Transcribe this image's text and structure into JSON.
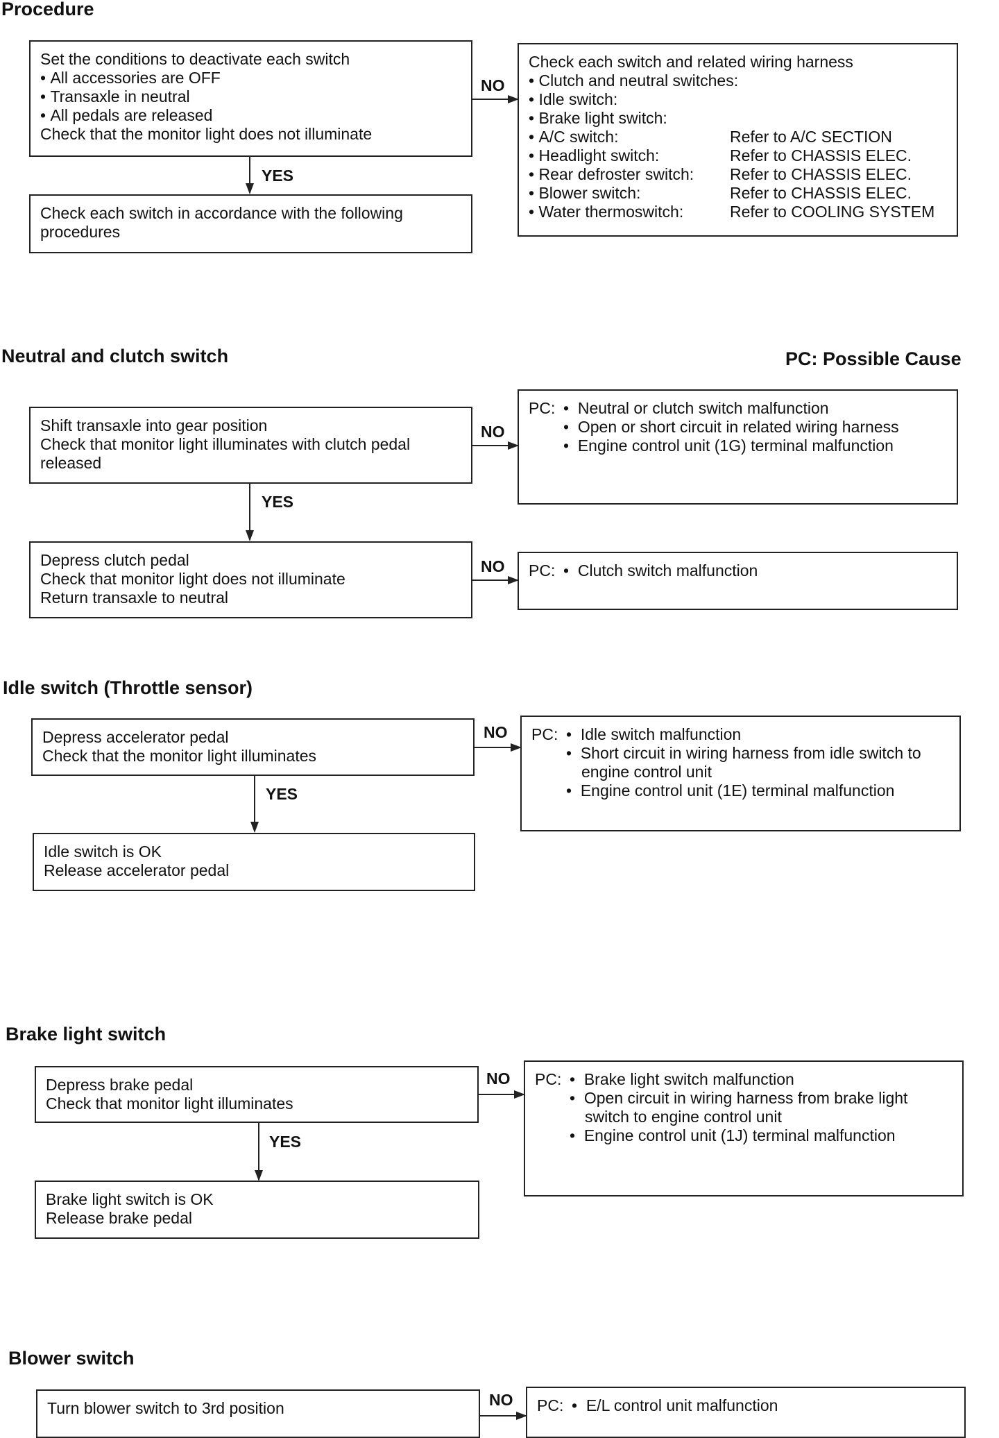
{
  "procedure": {
    "title": "Procedure",
    "start": {
      "line1": "Set the conditions to deactivate each switch",
      "bullets": [
        "All accessories are OFF",
        "Transaxle in neutral",
        "All pedals are released"
      ],
      "line_last": "Check that the monitor light does not illuminate"
    },
    "check": {
      "lines": [
        "Check each switch in accordance with the following",
        "procedures"
      ]
    },
    "no_box": {
      "title": "Check each switch and related wiring harness",
      "switches": [
        {
          "name": "Clutch and neutral switches:",
          "ref": ""
        },
        {
          "name": "Idle switch:",
          "ref": ""
        },
        {
          "name": "Brake light switch:",
          "ref": ""
        },
        {
          "name": "A/C switch:",
          "ref": "Refer to A/C SECTION"
        },
        {
          "name": "Headlight switch:",
          "ref": "Refer to CHASSIS ELEC."
        },
        {
          "name": "Rear defroster switch:",
          "ref": "Refer to CHASSIS ELEC."
        },
        {
          "name": "Blower switch:",
          "ref": "Refer to CHASSIS ELEC."
        },
        {
          "name": "Water thermoswitch:",
          "ref": "Refer to COOLING SYSTEM"
        }
      ]
    }
  },
  "labels": {
    "no": "NO",
    "yes": "YES",
    "pc_prefix": "PC:"
  },
  "pc_legend": "PC: Possible Cause",
  "neutral": {
    "title": "Neutral and clutch switch",
    "step1": [
      "Shift transaxle into gear position",
      "Check that monitor light illuminates with clutch pedal",
      "released"
    ],
    "pc1": [
      "Neutral or clutch switch malfunction",
      "Open or short circuit in related wiring harness",
      "Engine control unit (1G) terminal malfunction"
    ],
    "step2": [
      "Depress clutch pedal",
      "Check that monitor light does not illuminate",
      "Return transaxle to neutral"
    ],
    "pc2": [
      "Clutch switch malfunction"
    ]
  },
  "idle": {
    "title": "Idle switch (Throttle sensor)",
    "step1": [
      "Depress accelerator pedal",
      "Check that the monitor light illuminates"
    ],
    "pc": [
      "Idle switch malfunction",
      "Short circuit in wiring harness from idle switch to engine control unit",
      "Engine control unit (1E) terminal malfunction"
    ],
    "ok": [
      "Idle switch is OK",
      "Release accelerator pedal"
    ]
  },
  "brake": {
    "title": "Brake light switch",
    "step1": [
      "Depress brake pedal",
      "Check that monitor light illuminates"
    ],
    "pc": [
      "Brake light switch malfunction",
      "Open circuit in wiring harness from brake light switch to engine control unit",
      "Engine control unit (1J) terminal malfunction"
    ],
    "ok": [
      "Brake light switch is OK",
      "Release brake pedal"
    ]
  },
  "blower": {
    "title": "Blower switch",
    "step1": [
      "Turn blower switch to 3rd position"
    ],
    "pc": [
      "E/L control unit malfunction"
    ]
  }
}
